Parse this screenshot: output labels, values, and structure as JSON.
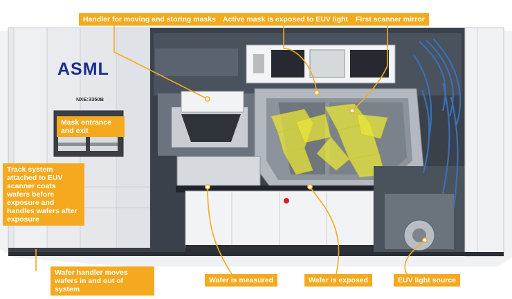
{
  "machine": {
    "brand": "ASML",
    "model": "NXE:3350B"
  },
  "labels": {
    "handler": "Handler for moving and storing masks",
    "active_mask": "Active mask is exposed to EUV light",
    "first_mirror": "First scanner mirror",
    "mask_entrance": "Mask entrance and exit",
    "track_system": "Track system attached to EUV scanner coats wafers before exposure and handles wafers after exposure",
    "wafer_handler": "Wafer handler moves wafers in and out of system",
    "wafer_measured": "Wafer is measured",
    "wafer_exposed": "Wafer is exposed",
    "euv_source": "EUV light source"
  },
  "colors": {
    "label_bg": "#f5a91e",
    "label_text": "#ffffff",
    "logo": "#1d2f8f",
    "panel": "#e9ebee",
    "frame": "#2f3640",
    "beam": "#e8e63a",
    "cable": "#3b6fb5"
  }
}
